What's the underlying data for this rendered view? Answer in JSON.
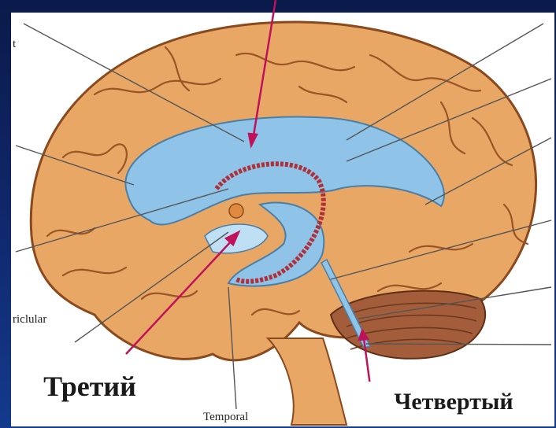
{
  "labels": {
    "third_ventricle": "Третий",
    "fourth_ventricle": "Четвертый",
    "temporal": "Temporal",
    "fragment_left": "riclular",
    "fragment_top": "t"
  },
  "colors": {
    "background": "#0a1a4a",
    "brain_fill": "#e9a765",
    "brain_stroke": "#8a4a1e",
    "ventricle_fill": "#8fc3e8",
    "arrow": "#c0125a",
    "plexus": "#b0303a"
  }
}
